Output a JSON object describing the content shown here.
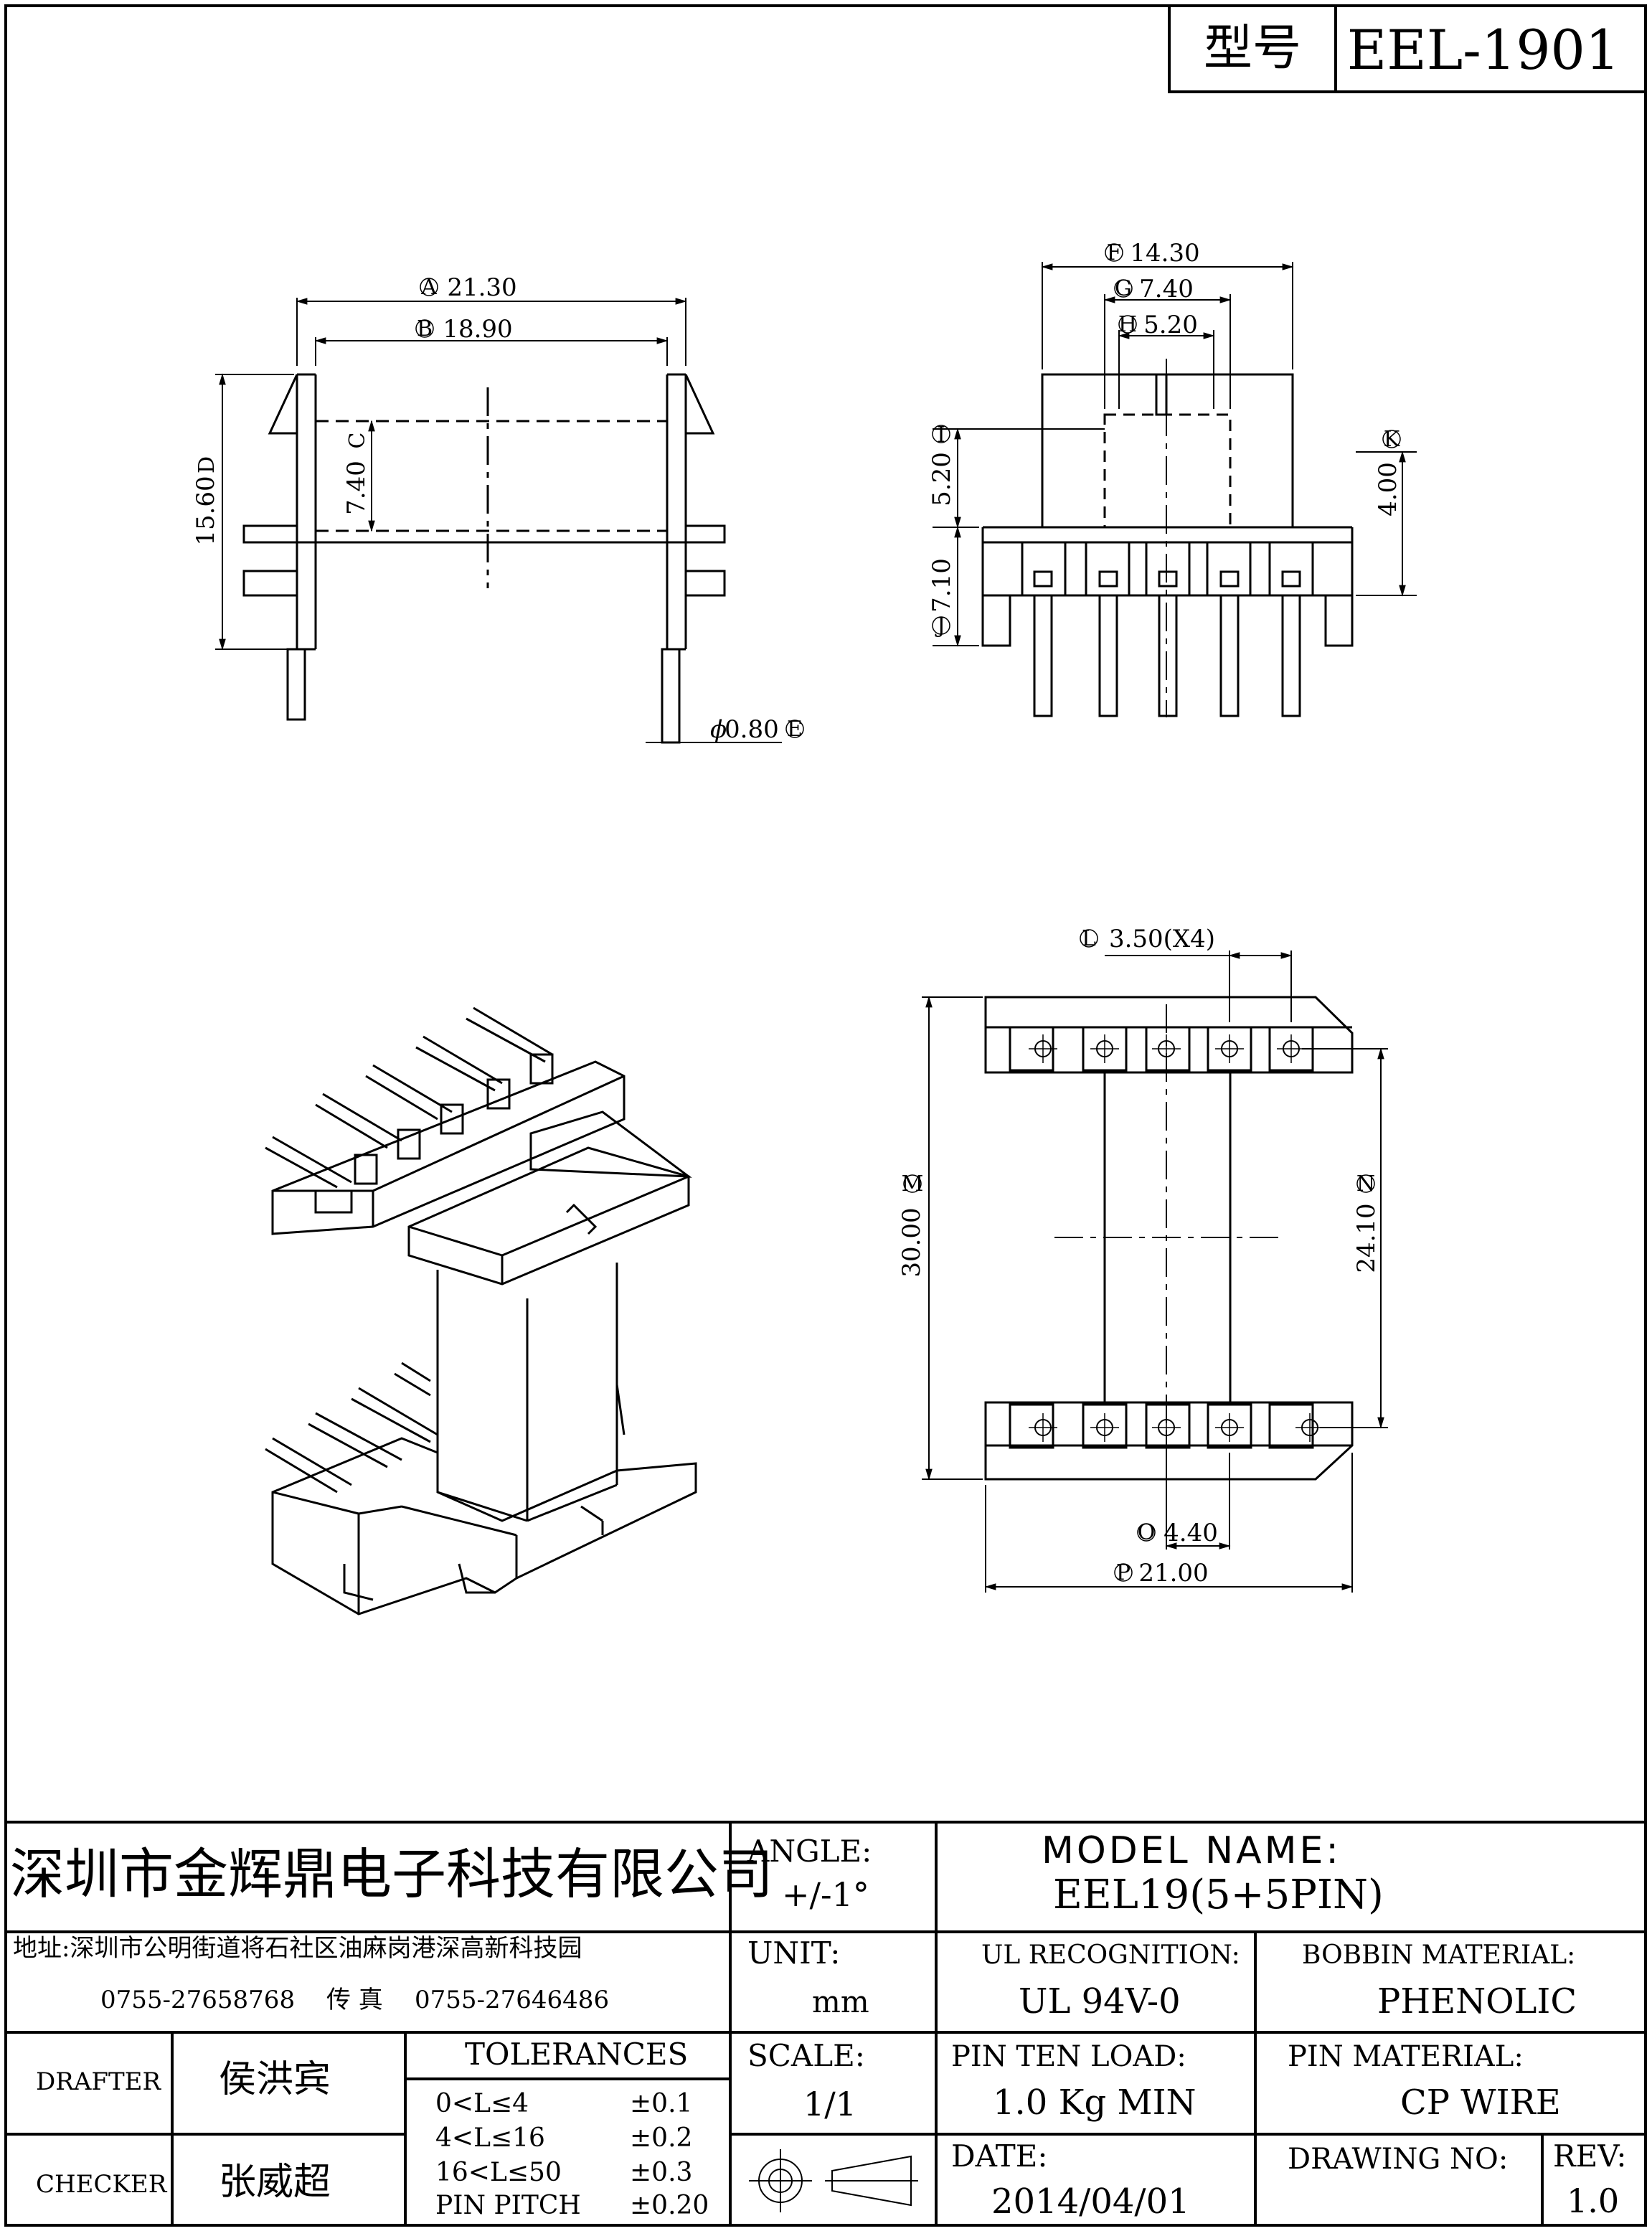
{
  "header": {
    "model_label": "型号",
    "model_value": "EEL-1901"
  },
  "dims": {
    "A": "21.30",
    "B": "18.90",
    "C": "7.40",
    "D": "15.60",
    "E": "0.80",
    "F": "14.30",
    "G": "7.40",
    "H": "5.20",
    "I": "5.20",
    "J": "7.10",
    "K": "4.00",
    "L": "3.50(X4)",
    "M": "30.00",
    "N": "24.10",
    "O": "4.40",
    "P": "21.00"
  },
  "company": {
    "name": "深圳市金辉鼎电子科技有限公司",
    "address": "地址:深圳市公明街道将石社区油麻岗港深高新科技园",
    "phone": "0755-27658768",
    "fax_label": "传 真",
    "fax": "0755-27646486"
  },
  "angle": {
    "label": "ANGLE:",
    "value": "+/-1°"
  },
  "unit": {
    "label": "UNIT:",
    "value": "mm"
  },
  "scale": {
    "label": "SCALE:",
    "value": "1/1"
  },
  "model": {
    "label": "MODEL NAME:",
    "value": "EEL19(5+5PIN)"
  },
  "ul": {
    "label": "UL RECOGNITION:",
    "value": "UL 94V-0"
  },
  "bobbin": {
    "label": "BOBBIN MATERIAL:",
    "value": "PHENOLIC"
  },
  "pin_load": {
    "label": "PIN TEN LOAD:",
    "value": "1.0 Kg MIN"
  },
  "pin_material": {
    "label": "PIN MATERIAL:",
    "value": "CP WIRE"
  },
  "date": {
    "label": "DATE:",
    "value": "2014/04/01"
  },
  "drawing_no": {
    "label": "DRAWING NO:",
    "value": ""
  },
  "rev": {
    "label": "REV:",
    "value": "1.0"
  },
  "drafter": {
    "label": "DRAFTER",
    "name": "侯洪宾"
  },
  "checker": {
    "label": "CHECKER",
    "name": "张威超"
  },
  "tolerances": {
    "title": "TOLERANCES",
    "rows": [
      {
        "range": "0<L≤4",
        "value": "±0.1"
      },
      {
        "range": "4<L≤16",
        "value": "±0.2"
      },
      {
        "range": "16<L≤50",
        "value": "±0.3"
      },
      {
        "range": "PIN PITCH",
        "value": "±0.20"
      }
    ]
  }
}
